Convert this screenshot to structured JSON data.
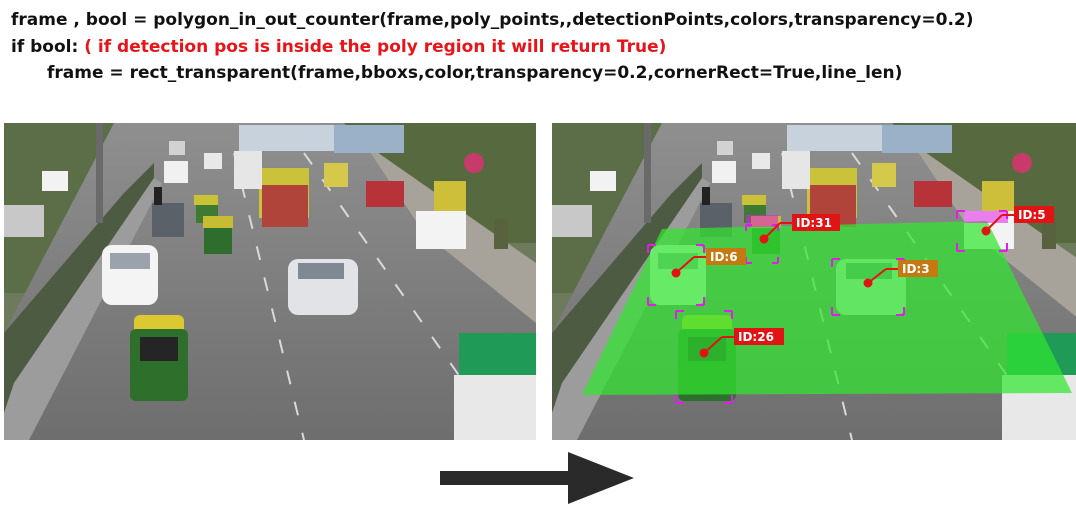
{
  "code": {
    "line1": "frame , bool = polygon_in_out_counter(frame,poly_points,,detectionPoints,colors,transparency=0.2)",
    "line2_prefix": "if bool: ",
    "line2_comment": "( if detection pos is inside the poly region it will return True)",
    "line3": "frame = rect_transparent(frame,bboxs,color,transparency=0.2,cornerRect=True,line_len)"
  },
  "detections": {
    "id31": "ID:31",
    "id5": "ID:5",
    "id6": "ID:6",
    "id3": "ID:3",
    "id26": "ID:26"
  },
  "colors": {
    "code_comment": "#e8141a",
    "region": "#31e62f",
    "bbox_corner": "#e11de6",
    "label_red": "#e01414",
    "label_orange": "#c47a10",
    "arrow": "#2a2a2a"
  },
  "icons": {
    "arrow": "right-arrow-icon"
  }
}
